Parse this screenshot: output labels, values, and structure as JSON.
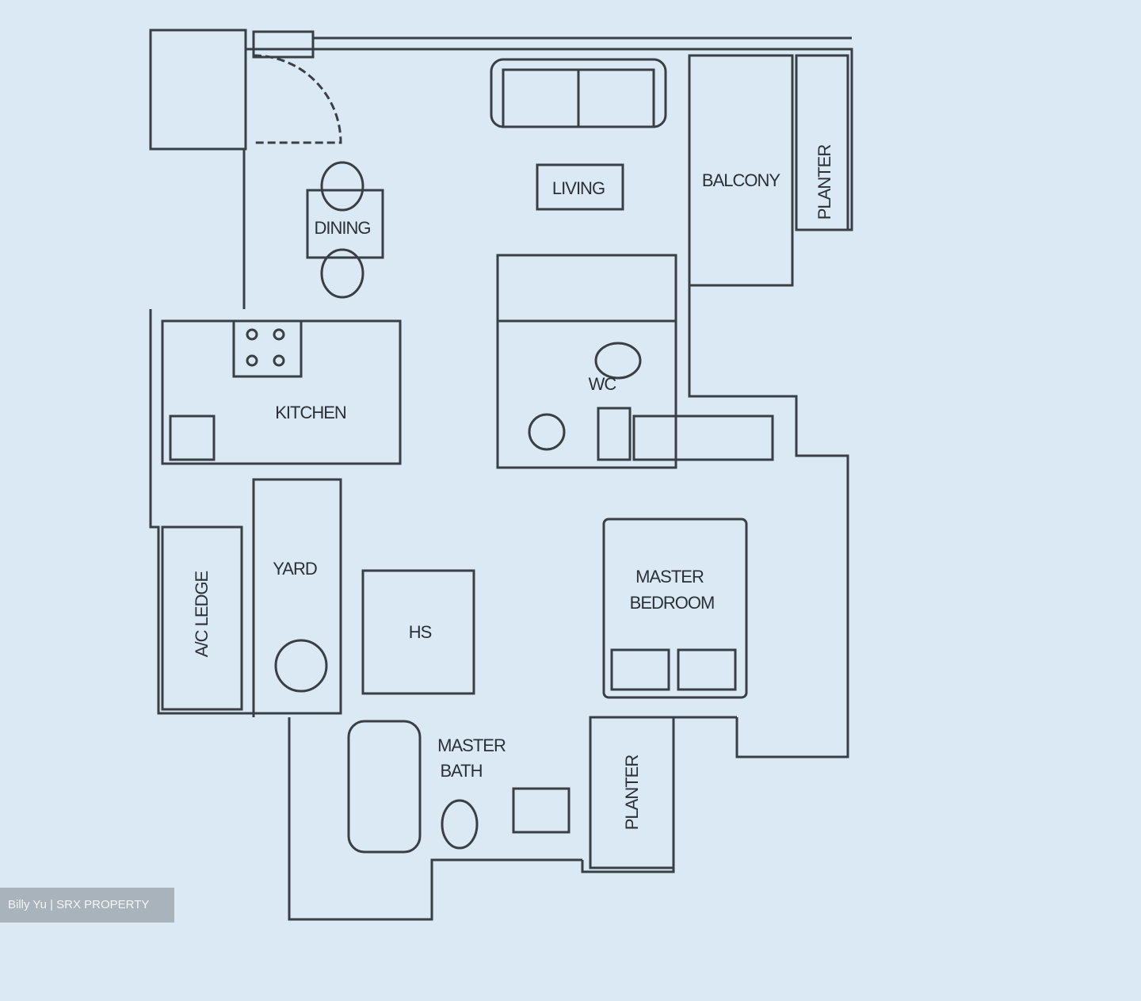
{
  "floorplan": {
    "rooms": {
      "dining": "DINING",
      "living": "LIVING",
      "balcony": "BALCONY",
      "planter_top": "PLANTER",
      "kitchen": "KITCHEN",
      "wc": "WC",
      "yard": "YARD",
      "ac_ledge": "A/C LEDGE",
      "hs": "HS",
      "master_bedroom_line1": "MASTER",
      "master_bedroom_line2": "BEDROOM",
      "master_bath_line1": "MASTER",
      "master_bath_line2": "BATH",
      "planter_bottom": "PLANTER"
    },
    "colors": {
      "background": "#dbe9f5",
      "lines": "#3a3f45"
    }
  },
  "watermark": {
    "text": "Billy Yu  | SRX PROPERTY"
  }
}
